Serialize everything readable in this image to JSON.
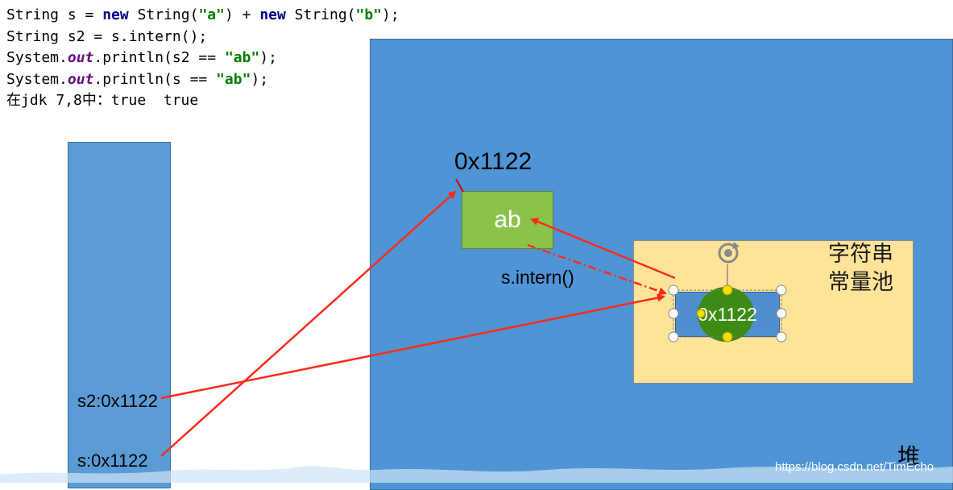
{
  "code": {
    "line1": {
      "a": "String s = ",
      "b": "new",
      "c": " String(",
      "d": "\"a\"",
      "e": ") + ",
      "f": "new",
      "g": " String(",
      "h": "\"b\"",
      "i": ");"
    },
    "line2": "String s2 = s.intern();",
    "line3": {
      "a": "System.",
      "b": "out",
      "c": ".println(s2 == ",
      "d": "\"ab\"",
      "e": ");"
    },
    "line4": {
      "a": "System.",
      "b": "out",
      "c": ".println(s == ",
      "d": "\"ab\"",
      "e": ");"
    },
    "line5": "在jdk 7,8中：true  true"
  },
  "diagram": {
    "address_top": "0x1122",
    "ab_text": "ab",
    "intern_label": "s.intern()",
    "pool_label": "字符串常量池",
    "pool_ref": "0x1122",
    "stack_s2": "s2:0x1122",
    "stack_s": "s:0x1122",
    "heap_label": "堆"
  },
  "watermark": "https://blog.csdn.net/TimEcho",
  "colors": {
    "stack": "#5b9bd5",
    "heap": "#4f94d4",
    "pool": "#ffe399",
    "ab_box": "#8bc34a",
    "arrow": "#ff2a1a"
  }
}
